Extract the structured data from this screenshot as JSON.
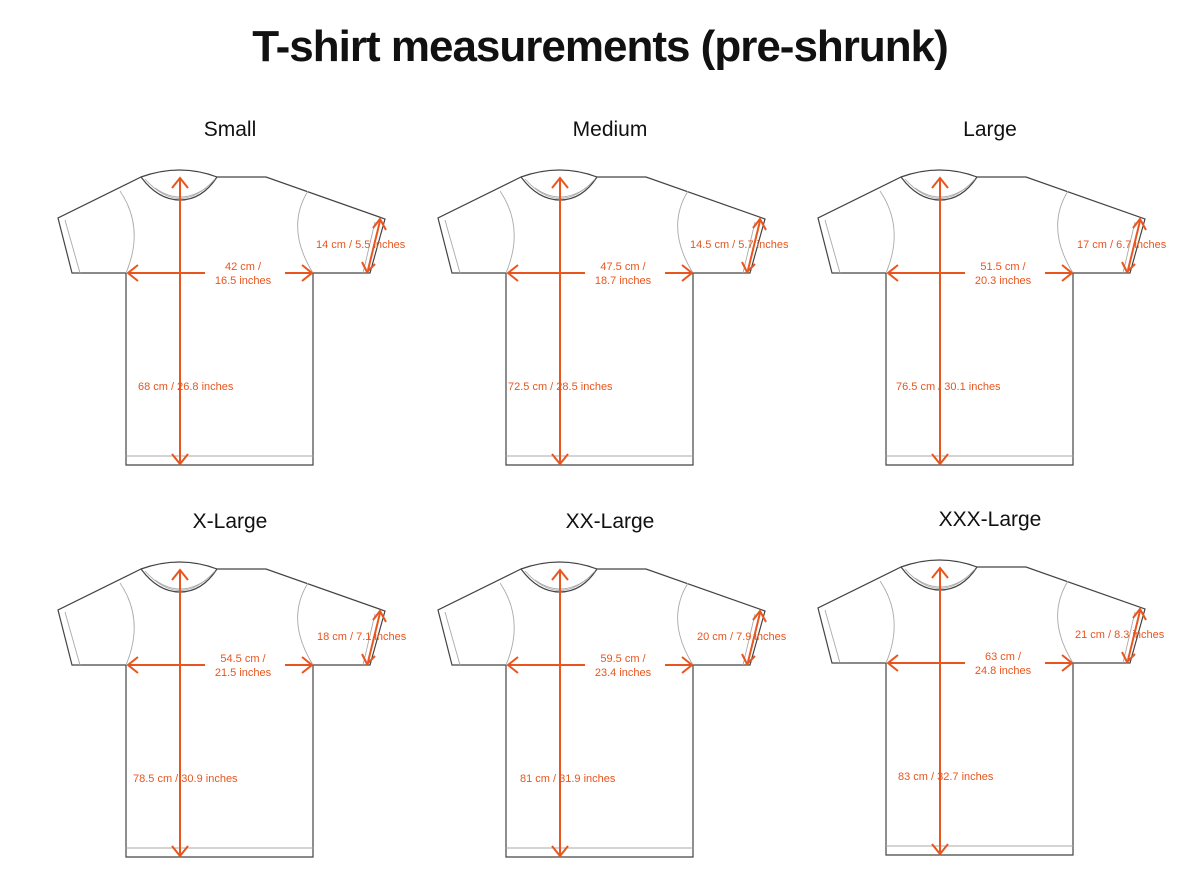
{
  "title": "T-shirt measurements (pre-shrunk)",
  "accent_color": "#e8551e",
  "units_note": "cm / inches",
  "sizes": [
    {
      "name": "Small",
      "chest_cm": "42 cm /",
      "chest_in": "16.5 inches",
      "length": "68 cm / 26.8 inches",
      "sleeve": "14 cm / 5.5 inches"
    },
    {
      "name": "Medium",
      "chest_cm": "47.5 cm /",
      "chest_in": "18.7 inches",
      "length": "72.5 cm / 28.5 inches",
      "sleeve": "14.5 cm / 5.7 inches"
    },
    {
      "name": "Large",
      "chest_cm": "51.5 cm /",
      "chest_in": "20.3 inches",
      "length": "76.5 cm / 30.1 inches",
      "sleeve": "17 cm / 6.7 inches"
    },
    {
      "name": "X-Large",
      "chest_cm": "54.5 cm /",
      "chest_in": "21.5 inches",
      "length": "78.5 cm / 30.9 inches",
      "sleeve": "18 cm / 7.1 inches"
    },
    {
      "name": "XX-Large",
      "chest_cm": "59.5 cm /",
      "chest_in": "23.4 inches",
      "length": "81 cm / 31.9 inches",
      "sleeve": "20 cm / 7.9 inches"
    },
    {
      "name": "XXX-Large",
      "chest_cm": "63 cm /",
      "chest_in": "24.8 inches",
      "length": "83 cm / 32.7 inches",
      "sleeve": "21 cm / 8.3 inches"
    }
  ]
}
